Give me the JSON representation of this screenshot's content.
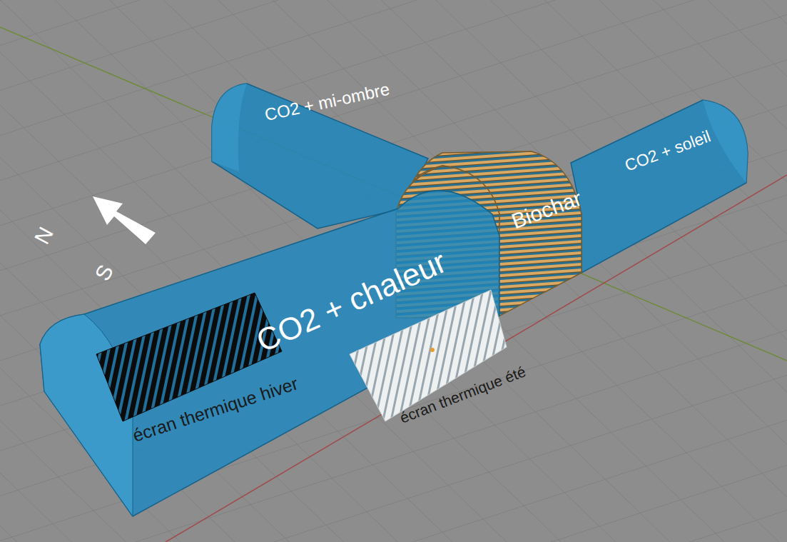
{
  "diagram": {
    "nodes": [
      {
        "text": [
          "CO2 + mi-ombre"
        ]
      },
      {
        "text": [
          "Biochar"
        ]
      },
      {
        "text": [
          "CO2 + soleil"
        ]
      },
      {
        "text": [
          "CO2 + chaleur"
        ]
      },
      {
        "text": [
          "écran thermique hiver"
        ]
      },
      {
        "text": [
          "écran thermique été"
        ]
      }
    ],
    "labels": [
      "N",
      "S"
    ]
  }
}
